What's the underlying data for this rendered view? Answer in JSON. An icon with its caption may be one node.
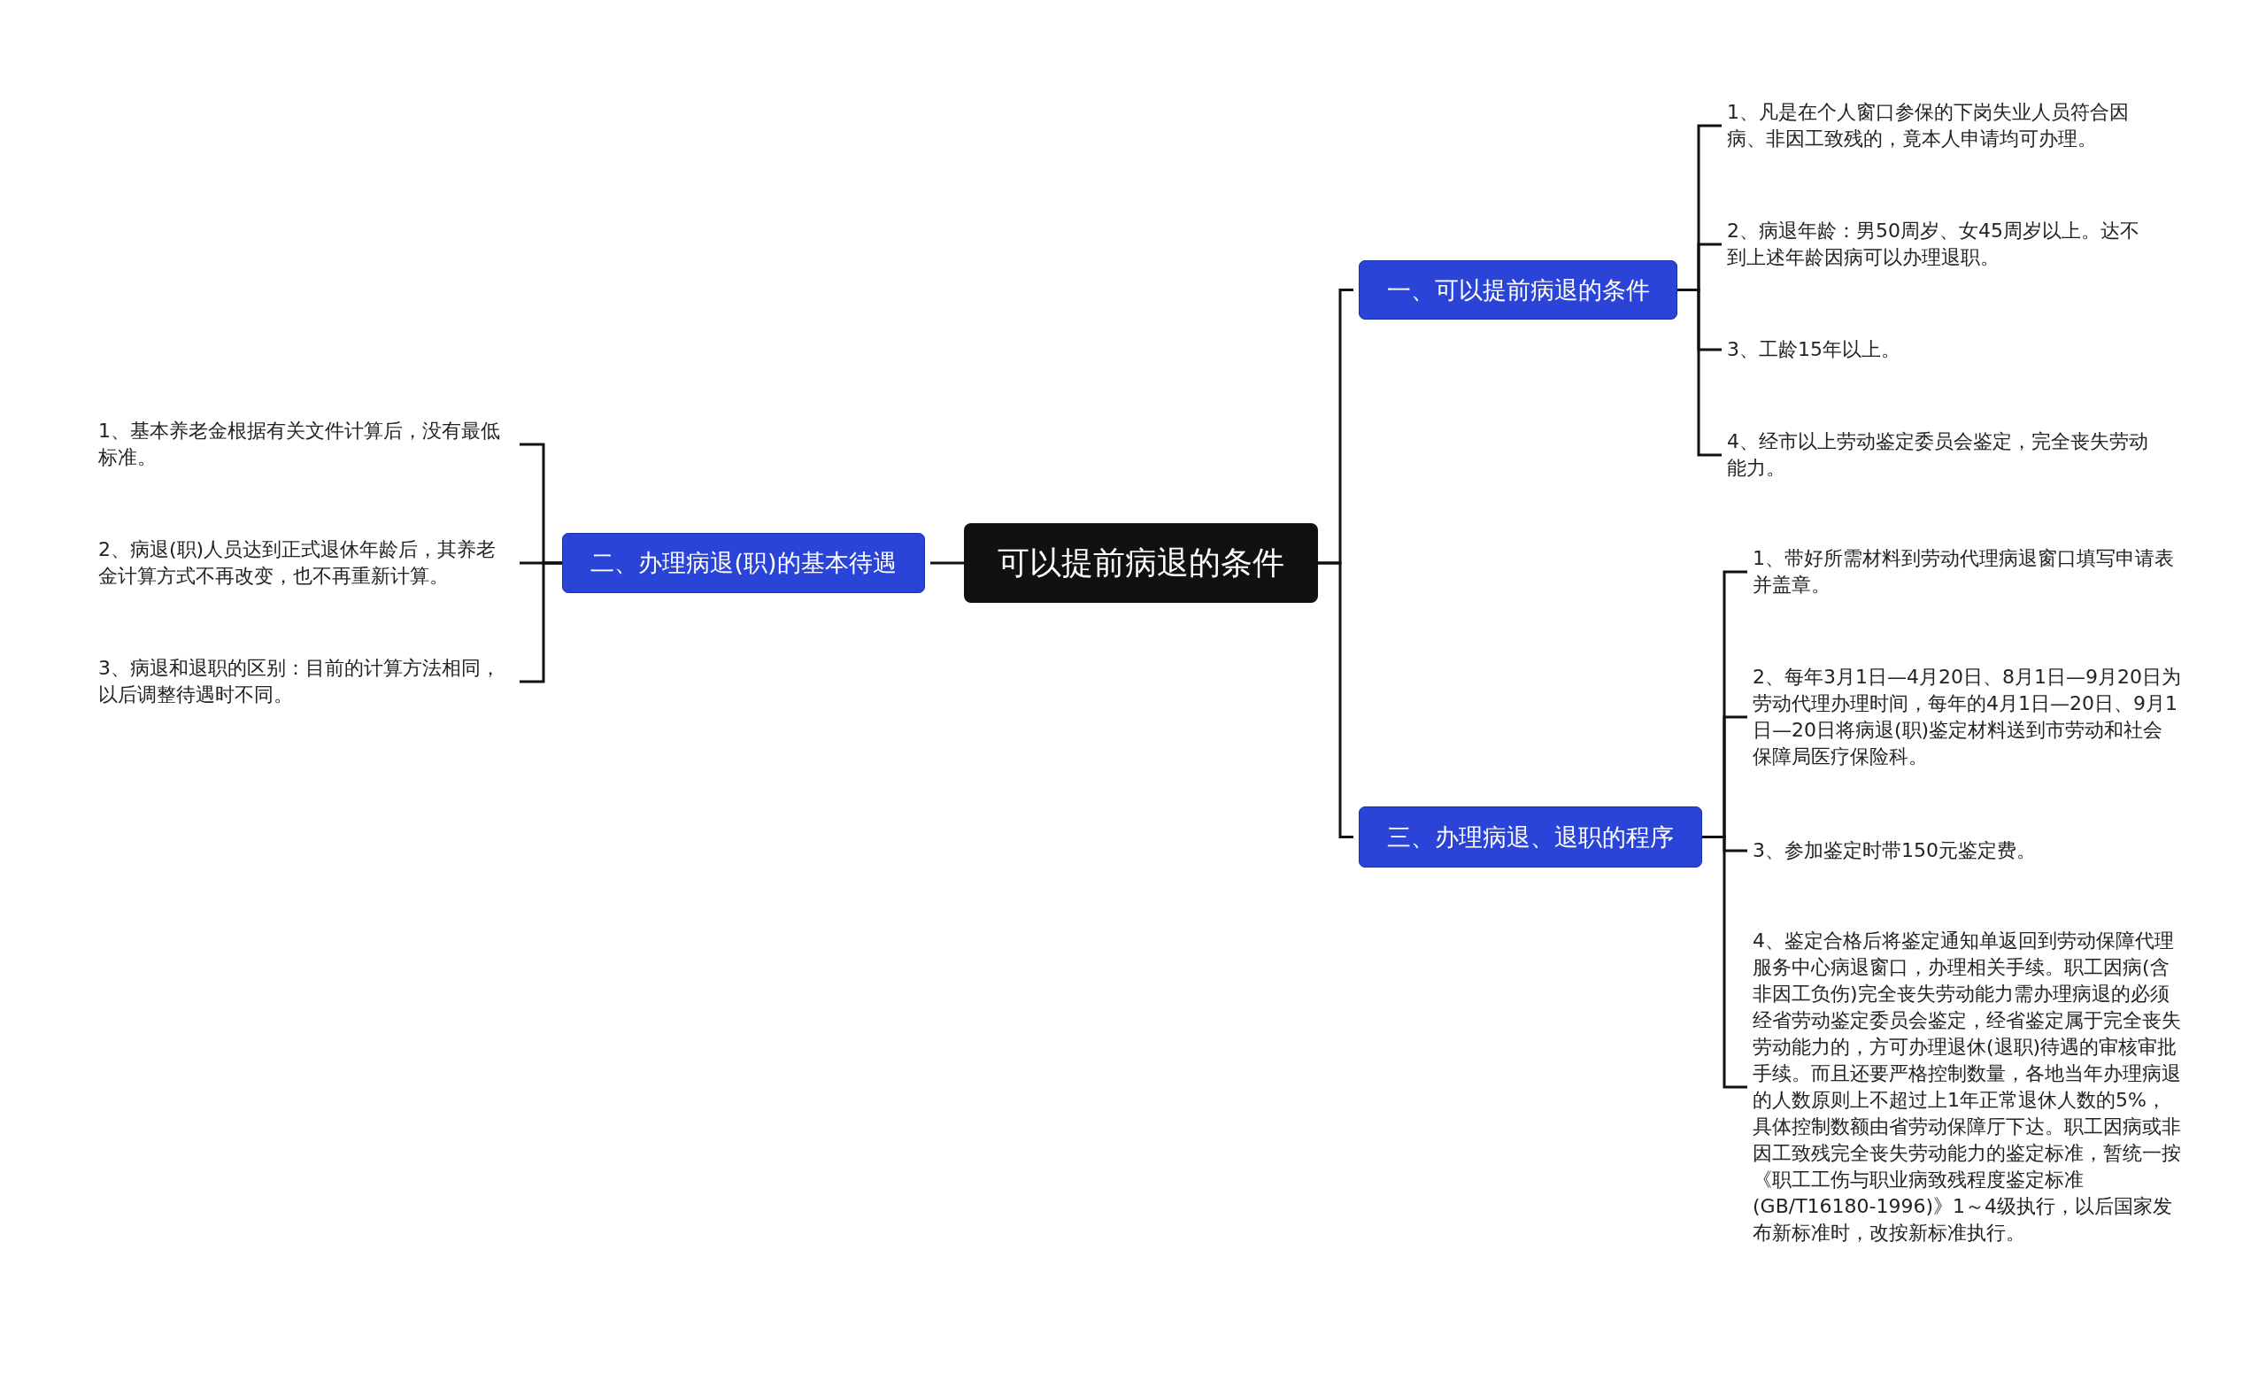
{
  "diagram": {
    "nodes": [
      {
        "text": [
          "可以提前病退的条件"
        ]
      },
      {
        "text": [
          "一、可以提前病退的条件"
        ]
      },
      {
        "text": [
          "1、凡是在个人窗口参保的下岗失业人员符合因病、非因工致残的，竟本人申请均可办理。"
        ]
      },
      {
        "text": [
          "2、病退年龄：男50周岁、女45周岁以上。达不到上述年龄因病可以办理退职。"
        ]
      },
      {
        "text": [
          "3、工龄15年以上。"
        ]
      },
      {
        "text": [
          "4、经市以上劳动鉴定委员会鉴定，完全丧失劳动能力。"
        ]
      },
      {
        "text": [
          "二、办理病退(职)的基本待遇"
        ]
      },
      {
        "text": [
          "1、基本养老金根据有关文件计算后，没有最低标准。"
        ]
      },
      {
        "text": [
          "2、病退(职)人员达到正式退休年龄后，其养老金计算方式不再改变，也不再重新计算。"
        ]
      },
      {
        "text": [
          "3、病退和退职的区别：目前的计算方法相同，以后调整待遇时不同。"
        ]
      },
      {
        "text": [
          "三、办理病退、退职的程序"
        ]
      },
      {
        "text": [
          "1、带好所需材料到劳动代理病退窗口填写申请表并盖章。"
        ]
      },
      {
        "text": [
          "2、每年3月1日—4月20日、8月1日—9月20日为劳动代理办理时间，每年的4月1日—20日、9月1日—20日将病退(职)鉴定材料送到市劳动和社会保障局医疗保险科。"
        ]
      },
      {
        "text": [
          "3、参加鉴定时带150元鉴定费。"
        ]
      },
      {
        "text": [
          "4、鉴定合格后将鉴定通知单返回到劳动保障代理服务中心病退窗口，办理相关手续。职工因病(含非因工负伤)完全丧失劳动能力需办理病退的必须经省劳动鉴定委员会鉴定，经省鉴定属于完全丧失劳动能力的，方可办理退休(退职)待遇的审核审批手续。而且还要严格控制数量，各地当年办理病退的人数原则上不超过上1年正常退休人数的5%，具体控制数额由省劳动保障厅下达。职工因病或非因工致残完全丧失劳动能力的鉴定标准，暂统一按《职工工伤与职业病致残程度鉴定标准(GB/T16180-1996)》1～4级执行，以后国家发布新标准时，改按新标准执行。"
        ]
      }
    ],
    "edges": [
      {
        "from": 0,
        "to": 1,
        "arrow": "none"
      },
      {
        "from": 0,
        "to": 6,
        "arrow": "none"
      },
      {
        "from": 0,
        "to": 10,
        "arrow": "none"
      },
      {
        "from": 1,
        "to": 2,
        "arrow": "none"
      },
      {
        "from": 1,
        "to": 3,
        "arrow": "none"
      },
      {
        "from": 1,
        "to": 4,
        "arrow": "none"
      },
      {
        "from": 1,
        "to": 5,
        "arrow": "none"
      },
      {
        "from": 6,
        "to": 7,
        "arrow": "none"
      },
      {
        "from": 6,
        "to": 8,
        "arrow": "none"
      },
      {
        "from": 6,
        "to": 9,
        "arrow": "none"
      },
      {
        "from": 10,
        "to": 11,
        "arrow": "none"
      },
      {
        "from": 10,
        "to": 12,
        "arrow": "none"
      },
      {
        "from": 10,
        "to": 13,
        "arrow": "none"
      },
      {
        "from": 10,
        "to": 14,
        "arrow": "none"
      }
    ]
  }
}
